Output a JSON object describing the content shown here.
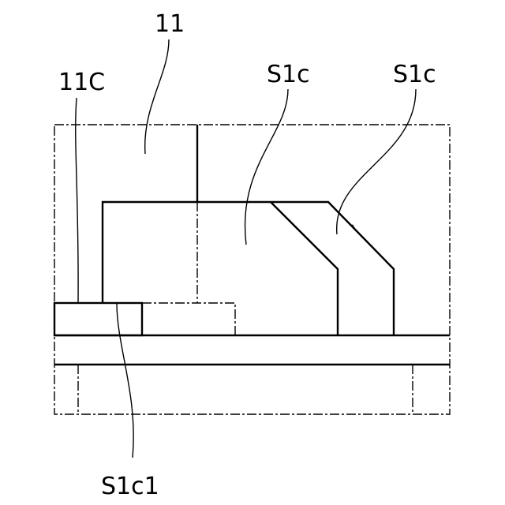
{
  "labels": {
    "part_11": "11",
    "part_11C": "11C",
    "part_S1c_center": "S1c",
    "part_S1c_right": "S1c",
    "part_S1c1": "S1c1"
  }
}
